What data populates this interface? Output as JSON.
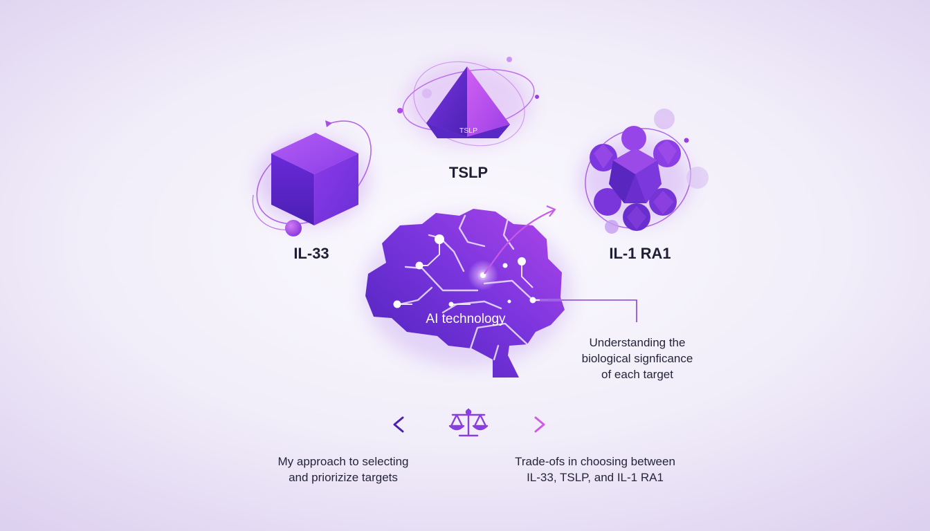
{
  "targets": {
    "il33": {
      "label": "IL-33"
    },
    "tslp": {
      "label": "TSLP",
      "inner_label": "TSLP"
    },
    "il1ra1": {
      "label": "IL-1 RA1"
    }
  },
  "center": {
    "label": "AI technology"
  },
  "captions": {
    "significance": [
      "Understanding the",
      "biological signficance",
      "of each target"
    ],
    "approach": [
      "My approach to selecting",
      "and priorizize targets"
    ],
    "tradeoffs": [
      "Trade-ofs in choosing between",
      "IL-33, TSLP, and IL-1 RA1"
    ]
  },
  "icons": {
    "balance": "balance-scale-icon",
    "left_arrow": "arrow-left-icon",
    "right_arrow": "arrow-right-icon",
    "brain": "circuit-brain-icon",
    "cube": "cube-icon",
    "pyramid": "pyramid-icon",
    "cluster": "molecule-cluster-icon"
  },
  "colors": {
    "primary": "#7c3aed",
    "deep": "#4c1d95",
    "accent": "#c046e0",
    "text": "#1f1f33"
  }
}
